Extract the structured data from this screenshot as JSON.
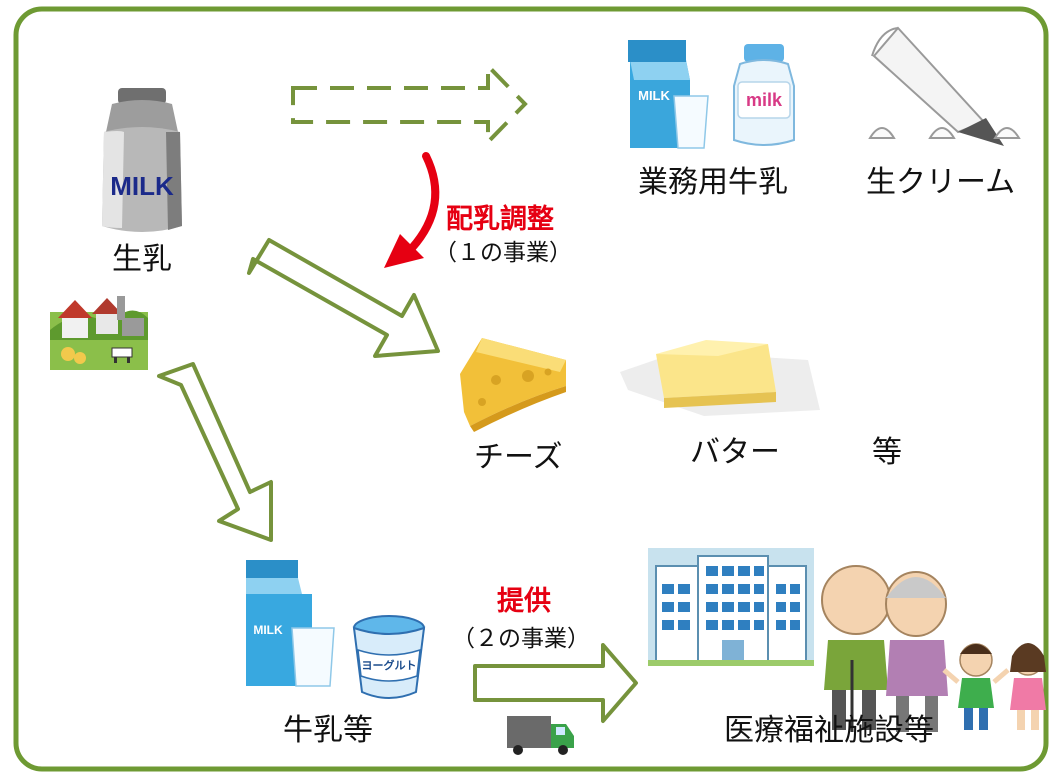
{
  "colors": {
    "frame": "#6e9a33",
    "arrow": "#76933c",
    "red_arrow": "#e60012",
    "milk_blue": "#38a8e0",
    "label_red": "#e60012"
  },
  "labels": {
    "raw_milk": "生乳",
    "business_milk": "業務用牛乳",
    "fresh_cream": "生クリーム",
    "adjust_title": "配乳調整",
    "adjust_sub": "（１の事業）",
    "cheese": "チーズ",
    "butter": "バター",
    "etc1": "等",
    "milk_etc": "牛乳等",
    "provide_title": "提供",
    "provide_sub": "（２の事業）",
    "facilities": "医療福祉施設等"
  },
  "icon_text": {
    "can": "MILK",
    "carton": "MILK",
    "bottle": "milk",
    "yogurt": "ヨーグルト"
  }
}
